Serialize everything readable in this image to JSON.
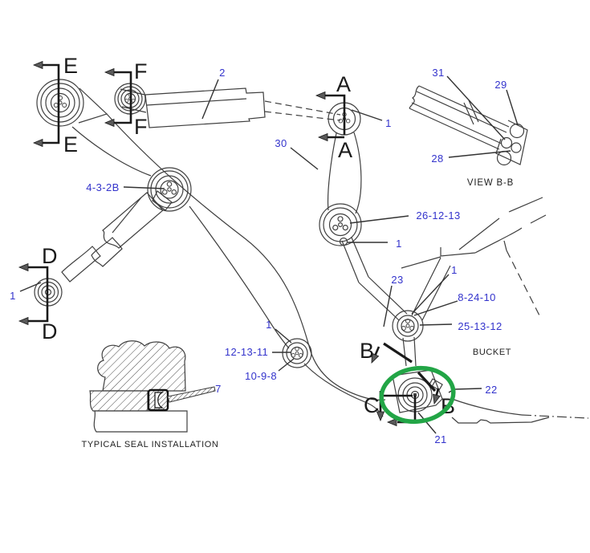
{
  "title": "Loader boom and bucket linkage parts diagram",
  "colors": {
    "background": "#ffffff",
    "linework": "#3f3f3f",
    "callout_blue": "#3333cc",
    "section_black": "#1a1a1a",
    "highlight_green": "#22a546"
  },
  "callouts": [
    {
      "id": "lift-cylinder",
      "text": "2"
    },
    {
      "id": "bellcrank",
      "text": "30"
    },
    {
      "id": "pin-a",
      "text": "1"
    },
    {
      "id": "view-bb-upper",
      "text": "31"
    },
    {
      "id": "view-bb-top",
      "text": "29"
    },
    {
      "id": "view-bb-lower",
      "text": "28"
    },
    {
      "id": "pivot-4-3-2b",
      "text": "4-3-2B"
    },
    {
      "id": "pivot-26-12-13",
      "text": "26-12-13"
    },
    {
      "id": "retainer-1",
      "text": "1"
    },
    {
      "id": "tilt-link",
      "text": "23"
    },
    {
      "id": "link-pin-1",
      "text": "1"
    },
    {
      "id": "pivot-8-24-10",
      "text": "8-24-10"
    },
    {
      "id": "pivot-25-13-12",
      "text": "25-13-12"
    },
    {
      "id": "pivot-12-13-11",
      "text": "12-13-11"
    },
    {
      "id": "boom-pin-1",
      "text": "1"
    },
    {
      "id": "pivot-10-9-8",
      "text": "10-9-8"
    },
    {
      "id": "seal-7",
      "text": "7"
    },
    {
      "id": "bolt-22",
      "text": "22"
    },
    {
      "id": "pin-21",
      "text": "21"
    },
    {
      "id": "pin-d-1",
      "text": "1"
    }
  ],
  "sections": [
    {
      "text": "E"
    },
    {
      "text": "E"
    },
    {
      "text": "F"
    },
    {
      "text": "F"
    },
    {
      "text": "A"
    },
    {
      "text": "A"
    },
    {
      "text": "D"
    },
    {
      "text": "D"
    },
    {
      "text": "B"
    },
    {
      "text": "B"
    },
    {
      "text": "C"
    }
  ],
  "captions": {
    "view_bb": "VIEW B-B",
    "bucket": "BUCKET",
    "seal": "TYPICAL SEAL INSTALLATION"
  }
}
